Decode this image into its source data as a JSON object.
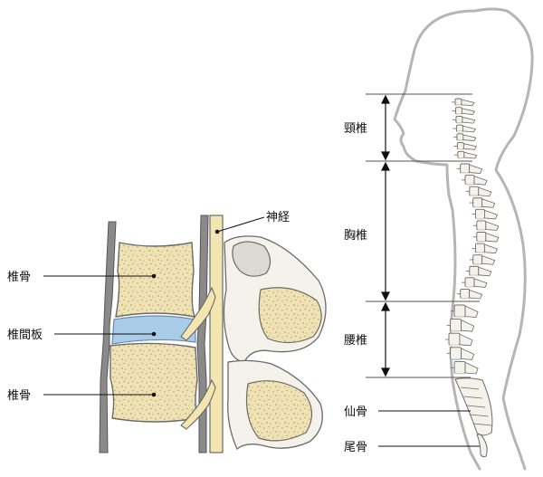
{
  "labels": {
    "nerve": "神経",
    "vertebral_body_upper": "椎骨",
    "intervertebral_disc": "椎間板",
    "vertebral_body_lower": "椎骨",
    "cervical": "頸椎",
    "thoracic": "胸椎",
    "lumbar": "腰椎",
    "sacrum": "仙骨",
    "coccyx": "尾骨"
  },
  "colors": {
    "bone_fill": "#efe3b5",
    "bone_speckle": "#c8b27a",
    "bone_outline": "#6b6b6b",
    "disc_blue": "#a9cce8",
    "nerve_yellow": "#f3e6b0",
    "cortex_gray": "#8a8a8a",
    "body_outline": "#b5b5b5",
    "process_white": "#f4f2ea"
  }
}
